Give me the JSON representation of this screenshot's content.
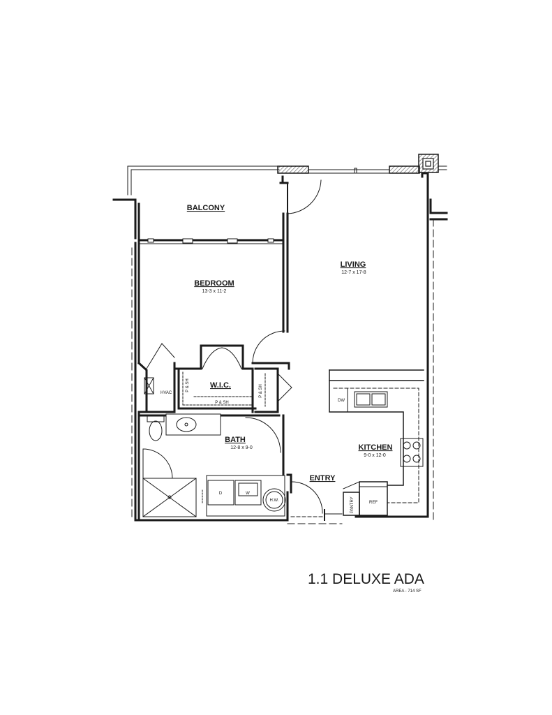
{
  "plan": {
    "title": "1.1 DELUXE ADA",
    "area": "AREA - 714 SF",
    "rooms": {
      "balcony": {
        "name": "BALCONY"
      },
      "bedroom": {
        "name": "BEDROOM",
        "dims": "13-3 x 11-2"
      },
      "living": {
        "name": "LIVING",
        "dims": "12-7 x 17-8"
      },
      "wic": {
        "name": "W.I.C.",
        "shelf": "P & SH"
      },
      "bath": {
        "name": "BATH",
        "dims": "12-8 x 9-0"
      },
      "kitchen": {
        "name": "KITCHEN",
        "dims": "9-0 x 12-0"
      },
      "entry": {
        "name": "ENTRY"
      }
    },
    "fixtures": {
      "hvac": "HVAC",
      "dw": "DW",
      "washer": "W",
      "dryer": "D",
      "water_heater": "H.W.",
      "pantry": "PANTRY",
      "ref": "REF",
      "shelf_left": "P & SH",
      "shelf_right": "P & SH"
    }
  },
  "colors": {
    "ink": "#1a1a1a",
    "hatch": "#555555"
  }
}
